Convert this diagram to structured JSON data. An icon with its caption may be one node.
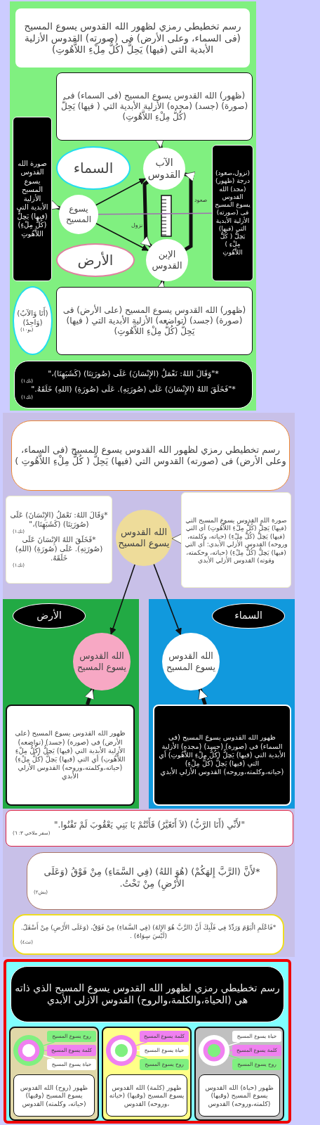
{
  "diagram": {
    "nodes": [
      {
        "text": [],
        "shape": "box"
      },
      {
        "text": [
          "رسم تخطيطي رمزي لظهور الله القدوس يسوع المسيح (فى السماء، وعلى الأرض) فى (صورته) القدوس الأزلية الأبدية التي (فيها) يَحِلُّ (كُلُّ مِلْءِ اللاَّهُوتِ)"
        ],
        "in": 0
      },
      {
        "text": [
          "(ظهور) الله القدوس يسوع المسيح (فى السماء) فى (صورة) (جسد) (مجده) الأزلية الأبدية التي ( فيها) يَحِلُّ (كُلُّ مِلْءِ اللاَّهُوتِ)"
        ],
        "in": 0
      },
      {
        "text": [
          "صورة الله القدوس يسوع المسيح الأزلية الأبدية التي (فيها) يَحِلُّ (كُلُّ مِلْءِ) اللاَّهُوتِ"
        ],
        "in": 0
      },
      {
        "text": [
          "السماء"
        ],
        "in": 0
      },
      {
        "text": [
          "الآب القدوس"
        ],
        "in": 0
      },
      {
        "text": [
          "(نزول،صعود) درجة (ظهور) (مجد) الله القدوس يسوع المسيح فى (صورته) الأزلية الأبدية التي (فيها) يَحِلُّ ( كُلُّ مِلْءِ ) اللاَّهُوتِ"
        ],
        "in": 0
      },
      {
        "text": [
          "يسوع المسيح"
        ],
        "in": 0
      },
      {
        "text": [
          "الأرض"
        ],
        "in": 0
      },
      {
        "text": [
          "الإبن القدوس"
        ],
        "in": 0
      },
      {
        "text": [
          "(أَنَا وَالآبُ) (وَاحِدٌ)",
          "(يو١٠)"
        ],
        "in": 0
      },
      {
        "text": [
          "(ظهور) الله القدوس يسوع المسيح (على الأرض) فى (صورة) (جسد) (تواضعه) الأزلية الأبدية التي ( فيها) يَحِلُّ (كُلُّ مِلْءِ اللاَّهُوتِ)"
        ],
        "in": 0
      },
      {
        "text": [
          "*\"وَقَالَ اللهُ: نَعْمَلُ (الإِنْسَانَ) عَلَى (صُورَتِنَا) (كَشَبَهِنَا)،\"",
          "(تك١)",
          "*\"فَخَلَقَ اللهُ (الإِنْسَانَ) عَلَى (صُورَتِهِ). عَلَى (صُورَةِ) (اللهِ) خَلَقَهُ.\"",
          "(تك١)"
        ],
        "in": 0
      },
      {
        "text": [],
        "shape": "box"
      },
      {
        "text": [
          "رسم تخطيطي رمزي لظهور الله القدوس يسوع المسيح (فى السماء، وعلى الأرض) فى (صورته) القدوس التي (فيها) يَحِلُّ ( كُلُّ مِلْءِ اللاَّهُوتِ )"
        ],
        "in": 13
      },
      {
        "text": [
          "*وَقَالَ اللهُ: نَعْمَلُ (الإِنْسَانَ) عَلَى (صُورَتِنَا) (كَشَبَهِنَا)،\"",
          "(تك١)",
          "*فَخَلَقَ اللهُ الإِنْسَانَ عَلَى (صُورَتِهِ). عَلَى (صُورَةِ) (اللهِ) خَلَقَهُ.",
          "(تك١)"
        ],
        "in": 13
      },
      {
        "text": [
          "الله القدوس يسوع المسيح"
        ],
        "in": 13
      },
      {
        "text": [
          "صورة الله القدوس يسوع المسيح التي (فيها) يَحِلُّ (كُلُّ مِلْءِ اللاَّهُوتِ) أي التي (فيها) يَحِلُّ (كُلُّ مِلْءِ) (حياته، وكلمته، وروحه) القدوس الأزلي الأبدي: أي التي (فيها) يَحِلُّ (كُلُّ مِلْءِ) (حياته، وحكمته، وقوته) القدوس الأزلي الأبدي"
        ],
        "in": 13
      },
      {
        "text": [],
        "shape": "box",
        "in": 13
      },
      {
        "text": [
          "الأرض"
        ],
        "in": 18
      },
      {
        "text": [
          "الله القدوس يسوع المسيح"
        ],
        "in": 18
      },
      {
        "text": [
          "ظهور الله القدوس يسوع المسيح (على الأرض) فى (صورة) (جسد) (تواضعه) الأزلية الأبدية التي (فيها) يَحِلُّ (كُلُّ مِلْءِ اللاَّهُوتِ) أي التي (فيها) يَحِلُّ (كُلُّ مِلْءِ) (حياته،وكلمته،وروحه) القدوس الأزلي الأبدي"
        ],
        "in": 18
      },
      {
        "text": [],
        "shape": "box",
        "in": 13
      },
      {
        "text": [
          "السماء"
        ],
        "in": 22
      },
      {
        "text": [
          "الله القدوس يسوع المسيح"
        ],
        "in": 22
      },
      {
        "text": [
          "ظهور الله القدوس يسوع المسيح (فى السماء) فى (صورة) (جسد) (مجده) الأزلية الأبدية التي (فيها) يَحِلُّ (كُلُّ مِلْءِ اللاَّهُوتِ) أي التي (فيها) يَحِلُّ (كُلُّ مِلْءِ) (حياته،وكلمته،وروحه) القدوس الأزلي الأبدي"
        ],
        "in": 22
      },
      {
        "text": [
          "\"لأَنِّي (أَنَا الرَّبُّ) (لاَ أَتَغَيَّرُ) فَأَنْتُمْ يَا بَنِي يَعْقُوبَ لَمْ تَفْنُوا.\"",
          "(سفر ملاخي ٣: ٦)"
        ],
        "in": 13
      },
      {
        "text": [
          "*لأَنَّ (الرَّبَّ إِلهَكُمْ) (هُوَ اللهُ) (فِي السَّمَاءِ) مِنْ فَوْقُ (وَعَلَى الأَرْضِ) مِنْ تَحْتُ.",
          "(يش٢)"
        ],
        "in": 13
      },
      {
        "text": [
          "*فَاعْلَمِ الْيَوْمَ وَرَدِّدْ فِي قَلْبِكَ أَنَّ (الرَّبَّ هُوَ الإِلهُ) (فِي السَّمَاءِ) مِنْ فَوْقُ، (وَعَلَى الأَرْضِ) مِنْ أَسْفَلُ. (لَيْسَ سِوَاهُ) .",
          "(تث٤)"
        ],
        "in": 13
      },
      {
        "text": [],
        "shape": "box"
      },
      {
        "text": [
          "رسم تخطيطي رمزي لظهور الله القدوس يسوع المسيح الذي ذاته هي (الحياة،والكلمة،والروح) القدوس الازلي الأبدي"
        ],
        "in": 29
      },
      {
        "text": [],
        "shape": "box",
        "in": 29
      },
      {
        "text": [],
        "shape": "circle",
        "in": 31
      },
      {
        "text": [
          "روح يسوع المسيح"
        ],
        "in": 31
      },
      {
        "text": [
          "كلمة يسوع المسيح"
        ],
        "in": 31
      },
      {
        "text": [
          "حياة يسوع المسيح"
        ],
        "in": 31
      },
      {
        "text": [
          "ظهور (روح) الله القدوس يسوع المسيح (وفيها) (حياته، وكلمته) القدوس"
        ],
        "in": 31
      },
      {
        "text": [],
        "shape": "box",
        "in": 29
      },
      {
        "text": [],
        "shape": "circle",
        "in": 37
      },
      {
        "text": [
          "كلمة يسوع المسيح"
        ],
        "in": 37
      },
      {
        "text": [
          "حياة يسوع المسيح"
        ],
        "in": 37
      },
      {
        "text": [
          "روح يسوع المسيح"
        ],
        "in": 37
      },
      {
        "text": [
          "ظهور (كلمة) الله القدوس يسوع المسيح (وفيها) (حياته ،وروحه) القدوس"
        ],
        "in": 37
      },
      {
        "text": [],
        "shape": "box",
        "in": 29
      },
      {
        "text": [],
        "shape": "circle",
        "in": 43
      },
      {
        "text": [
          "حياة يسوع المسيح"
        ],
        "in": 43
      },
      {
        "text": [
          "كلمة يسوع المسيح"
        ],
        "in": 43
      },
      {
        "text": [
          "روح يسوع المسيح"
        ],
        "in": 43
      },
      {
        "text": [
          "ظهور (حياة) الله القدوس يسوع المسيح (وفيها) (كلمته،وروحه) القدوس"
        ],
        "in": 43
      }
    ],
    "edges": [
      {
        "from": 2,
        "to": 5,
        "arrow": "to",
        "style": "thick"
      },
      {
        "from": 3,
        "to": 7,
        "arrow": "to",
        "style": "thick"
      },
      {
        "from": 7,
        "to": 5,
        "arrow": "to"
      },
      {
        "from": 7,
        "to": 9,
        "arrow": "to"
      },
      {
        "from": 5,
        "to": 9,
        "arrow": "to",
        "label": "نزول",
        "style": "thick"
      },
      {
        "from": 9,
        "to": 5,
        "arrow": "to",
        "label": "صعود",
        "style": "thick"
      },
      {
        "from": 7,
        "to": 6,
        "arrow": "none",
        "color": "#a070b0"
      },
      {
        "from": 11,
        "to": 9,
        "arrow": "to",
        "style": "thick"
      },
      {
        "from": 17,
        "to": 16,
        "arrow": "to",
        "style": "thick",
        "color": "#eedc9a"
      },
      {
        "from": 16,
        "to": 20,
        "arrow": "to"
      },
      {
        "from": 16,
        "to": 24,
        "arrow": "to"
      },
      {
        "from": 21,
        "to": 20,
        "arrow": "to",
        "style": "thick"
      },
      {
        "from": 25,
        "to": 24,
        "arrow": "to",
        "style": "thick"
      },
      {
        "from": 33,
        "to": 32,
        "arrow": "none",
        "color": "#80f080"
      },
      {
        "from": 34,
        "to": 32,
        "arrow": "none",
        "color": "#f080f0"
      },
      {
        "from": 35,
        "to": 32,
        "arrow": "none",
        "color": "#ffffff"
      },
      {
        "from": 39,
        "to": 38,
        "arrow": "none",
        "color": "#f080f0"
      },
      {
        "from": 40,
        "to": 38,
        "arrow": "none",
        "color": "#ffffff"
      },
      {
        "from": 41,
        "to": 38,
        "arrow": "none",
        "color": "#80f080"
      },
      {
        "from": 45,
        "to": 44,
        "arrow": "none",
        "color": "#ffffff"
      },
      {
        "from": 46,
        "to": 44,
        "arrow": "none",
        "color": "#f080f0"
      },
      {
        "from": 47,
        "to": 44,
        "arrow": "none",
        "color": "#80f080"
      }
    ]
  }
}
